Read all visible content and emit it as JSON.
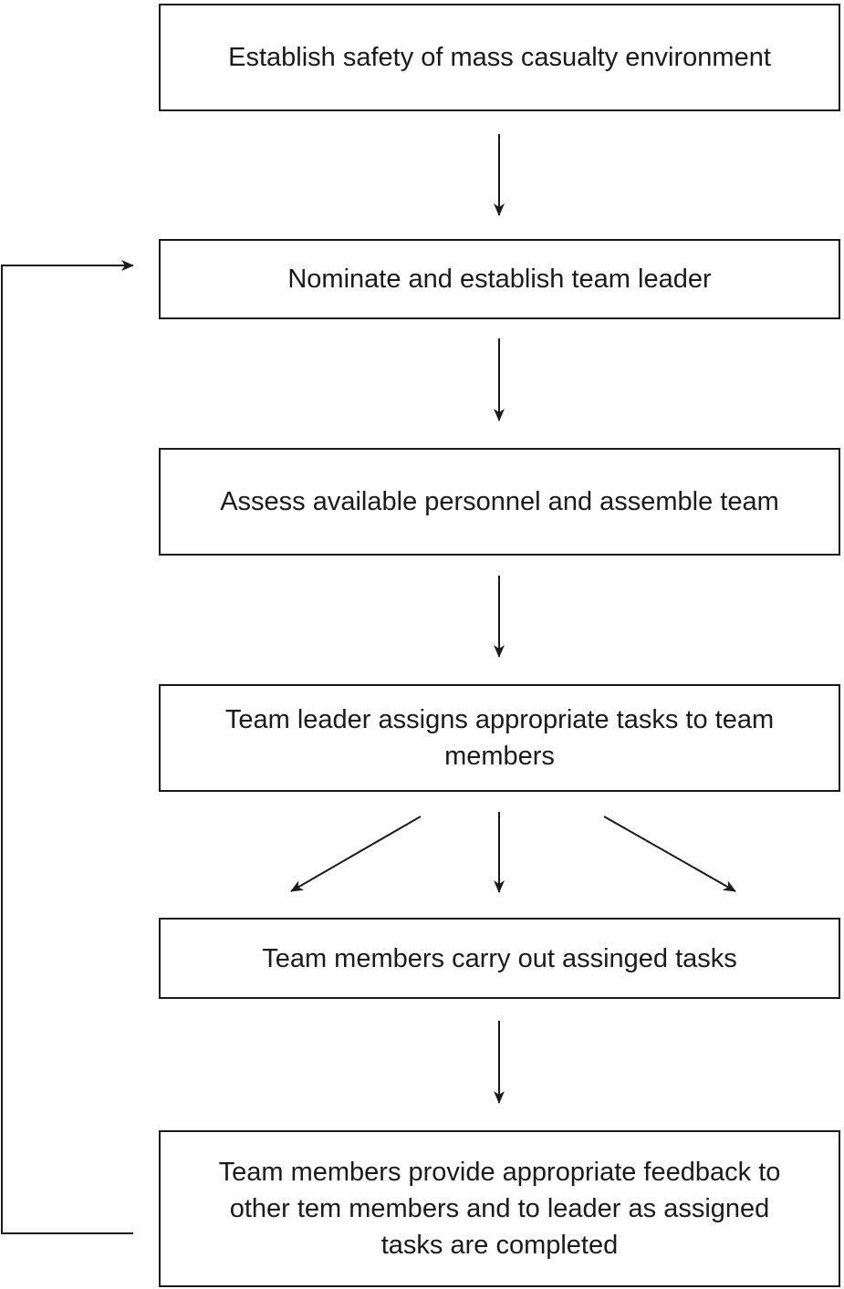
{
  "steps": [
    {
      "id": 1,
      "text": "Establish safety of mass casualty environment"
    },
    {
      "id": 2,
      "text": "Nominate and establish team leader"
    },
    {
      "id": 3,
      "text": "Assess available personnel and assemble team"
    },
    {
      "id": 4,
      "text": "Team leader assigns appropriate tasks to team members"
    },
    {
      "id": 5,
      "text": "Team members carry out assinged tasks"
    },
    {
      "id": 6,
      "text": "Team members provide appropriate feedback to other tem members and to leader as assigned tasks are completed"
    }
  ],
  "connections": [
    {
      "from": 1,
      "to": 2
    },
    {
      "from": 2,
      "to": 3
    },
    {
      "from": 3,
      "to": 4
    },
    {
      "from": 4,
      "to": 5,
      "branches": 3
    },
    {
      "from": 5,
      "to": 6
    },
    {
      "from": 6,
      "to": 2,
      "type": "feedback-loop"
    }
  ],
  "colors": {
    "line": "#1a1a1a",
    "box_border": "#1a1a1a",
    "background": "#ffffff"
  }
}
